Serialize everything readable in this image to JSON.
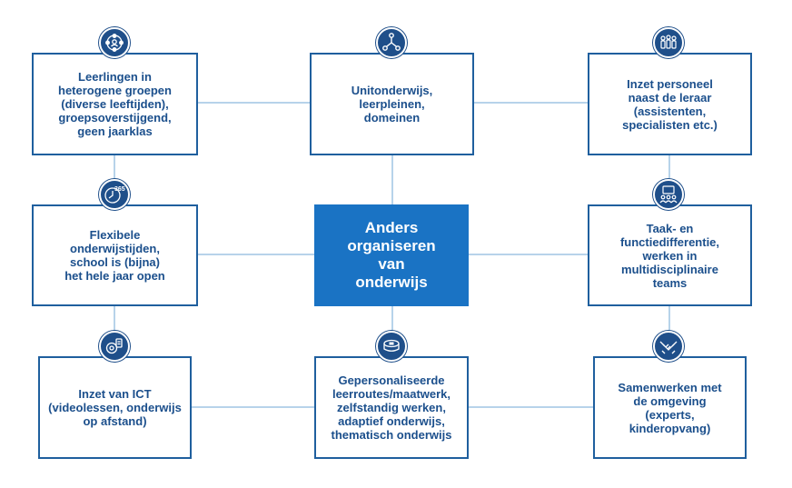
{
  "diagram": {
    "center": "Anders\norganiseren\nvan\nonderwijs",
    "nodes": {
      "heterogeneous_groups": "Leerlingen in\nheterogene groepen\n(diverse leeftijden),\ngroepsoverstijgend,\ngeen jaarklas",
      "unit_education": "Unitonderwijs,\nleerpleinen,\ndomeinen",
      "staff_deployment": "Inzet personeel\nnaast de leraar\n(assistenten,\nspecialisten etc.)",
      "flexible_times": "Flexibele\nonderwijstijden,\nschool is (bijna)\nhet hele jaar open",
      "task_differentiation": "Taak- en\nfunctiedifferentie,\nwerken in\nmultidisciplinaire\nteams",
      "ict": "Inzet van ICT\n(videolessen, onderwijs\nop afstand)",
      "personalised_routes": "Gepersonaliseerde\nleerroutes/maatwerk,\nzelfstandig werken,\nadaptief onderwijs,\nthematisch onderwijs",
      "cooperation": "Samenwerken met\nde omgeving\n(experts,\nkinderopvang)"
    },
    "icon_labels": {
      "calendar_365": "365"
    },
    "icons": {
      "heterogeneous_groups": "group-circle-icon",
      "unit_education": "network-nodes-icon",
      "staff_deployment": "staff-people-icon",
      "flexible_times": "clock-365-icon",
      "task_differentiation": "presentation-team-icon",
      "ict": "webcam-device-icon",
      "personalised_routes": "measuring-tape-icon",
      "cooperation": "handshake-icon"
    }
  },
  "colors": {
    "box_border": "#1f5f9e",
    "box_text": "#1b4f8c",
    "center_fill": "#1a73c4",
    "icon_fill": "#1f4f8a",
    "connector": "#b7d3ea"
  }
}
